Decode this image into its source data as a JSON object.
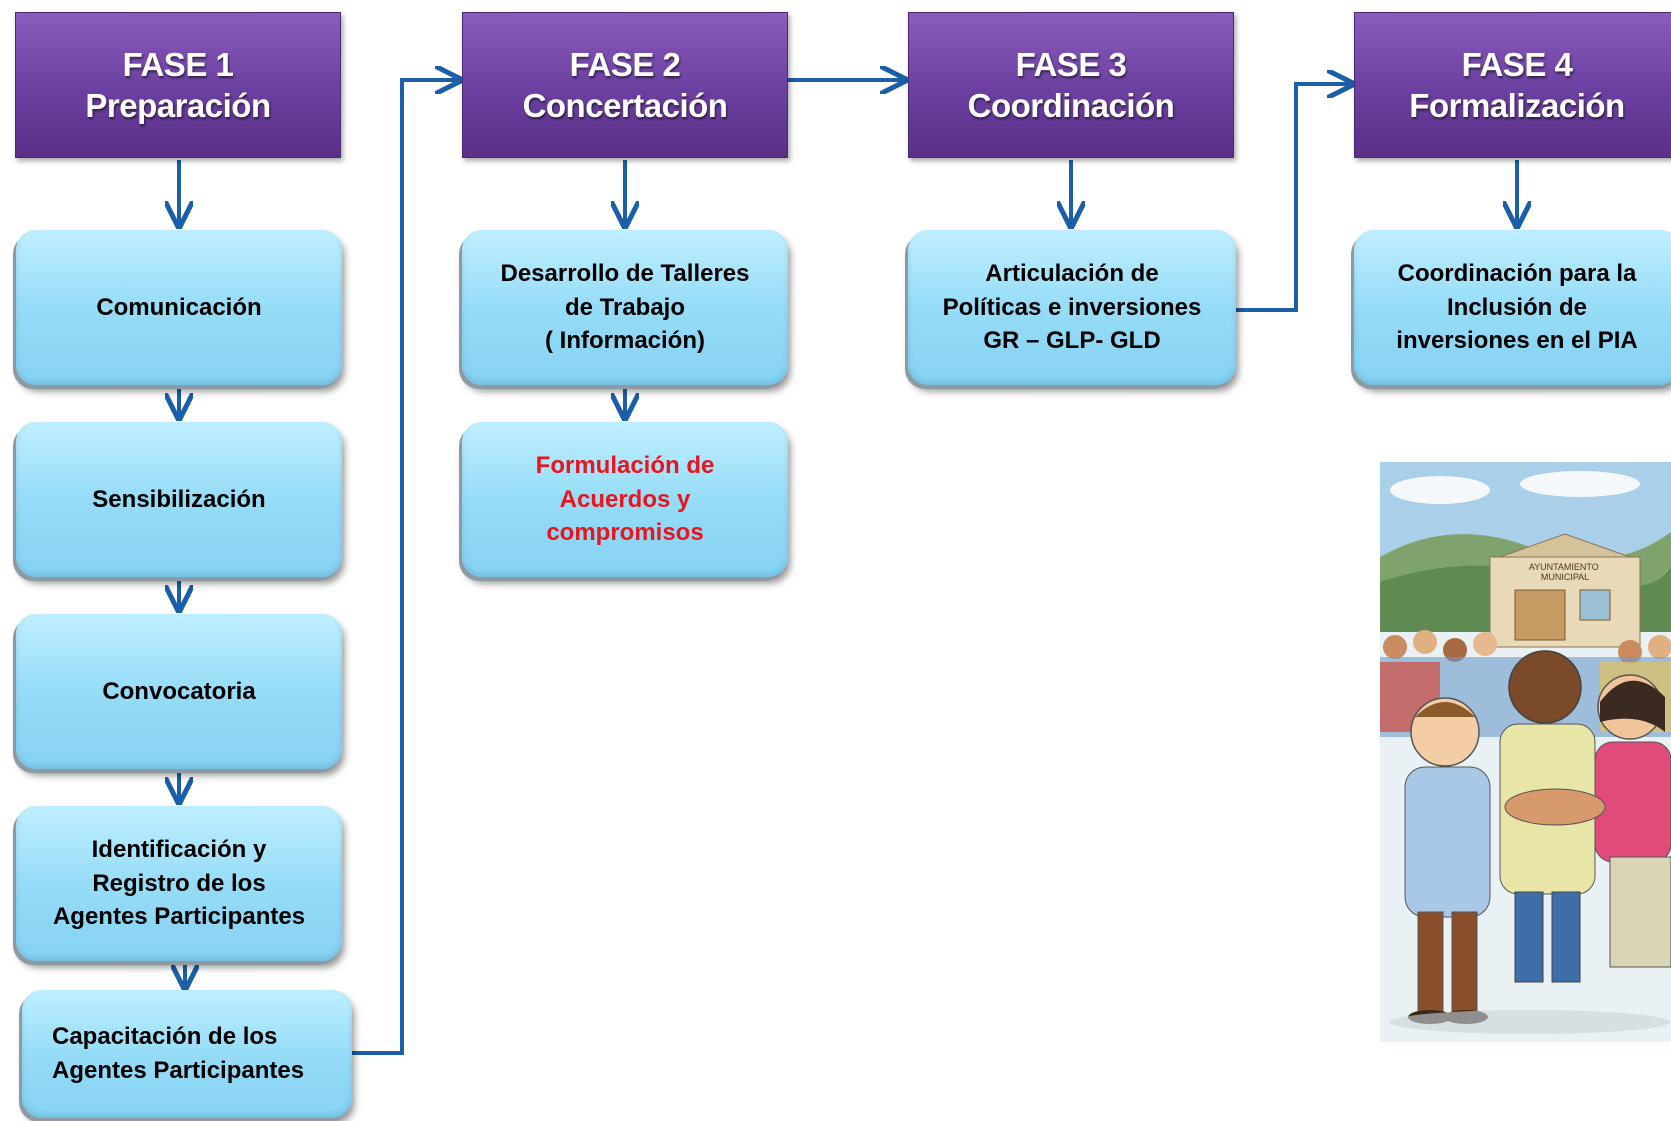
{
  "phases": [
    {
      "title": "FASE 1",
      "subtitle": "Preparación"
    },
    {
      "title": "FASE 2",
      "subtitle": "Concertación"
    },
    {
      "title": "FASE 3",
      "subtitle": "Coordinación"
    },
    {
      "title": "FASE 4",
      "subtitle": "Formalización"
    }
  ],
  "phase1_steps": [
    "Comunicación",
    "Sensibilización",
    "Convocatoria",
    "Identificación y\nRegistro de los\nAgentes Participantes",
    "Capacitación de los\nAgentes Participantes"
  ],
  "phase2_steps": [
    "Desarrollo de Talleres\nde Trabajo\n( Información)",
    "Formulación de\nAcuerdos y\ncompromisos"
  ],
  "phase3_steps": [
    "Articulación de\nPolíticas e inversiones\nGR – GLP- GLD"
  ],
  "phase4_steps": [
    "Coordinación para la\nInclusión de\ninversiones en el  PIA"
  ],
  "illustration": {
    "sign": "AYUNTAMIENTO\nMUNICIPAL"
  },
  "colors": {
    "phase_purple": "#7448a8",
    "step_blue": "#96dcf7",
    "arrow_blue": "#1a5fa8",
    "highlight_red": "#e8141e"
  }
}
